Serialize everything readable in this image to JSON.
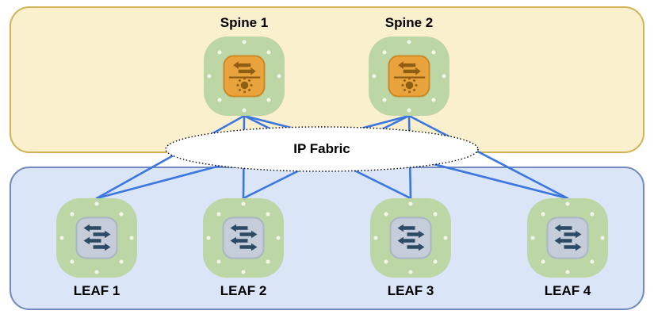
{
  "fabric": {
    "label": "IP Fabric"
  },
  "spines": [
    {
      "id": "spine1",
      "label": "Spine 1"
    },
    {
      "id": "spine2",
      "label": "Spine 2"
    }
  ],
  "leaves": [
    {
      "id": "leaf1",
      "label": "LEAF 1"
    },
    {
      "id": "leaf2",
      "label": "LEAF 2"
    },
    {
      "id": "leaf3",
      "label": "LEAF 3"
    },
    {
      "id": "leaf4",
      "label": "LEAF 4"
    }
  ],
  "links": [
    [
      "spine1",
      "leaf1"
    ],
    [
      "spine1",
      "leaf2"
    ],
    [
      "spine1",
      "leaf3"
    ],
    [
      "spine1",
      "leaf4"
    ],
    [
      "spine2",
      "leaf1"
    ],
    [
      "spine2",
      "leaf2"
    ],
    [
      "spine2",
      "leaf3"
    ],
    [
      "spine2",
      "leaf4"
    ]
  ],
  "icons": {
    "spine_device": "router-icon",
    "leaf_device": "switch-icon"
  },
  "colors": {
    "page_bg": "#FFFFFF",
    "spine_zone_fill": "#FAF0CE",
    "spine_zone_border": "#D2B254",
    "leaf_zone_fill": "#DAE5F8",
    "leaf_zone_border": "#7189BD",
    "node_green": "#BCD7A5",
    "port_dot": "rgba(255,255,255,0.8)",
    "router_fill": "#E8A33C",
    "router_border": "#CB8A26",
    "router_glyph": "#8F5D11",
    "switch_fill": "#C4CDD9",
    "switch_border": "#A9B6C6",
    "switch_glyph": "#2B4A66",
    "link": "#3B76E1",
    "ellipse_fill": "#FFFFFF",
    "ellipse_border": "#000000",
    "text": "#000000"
  }
}
